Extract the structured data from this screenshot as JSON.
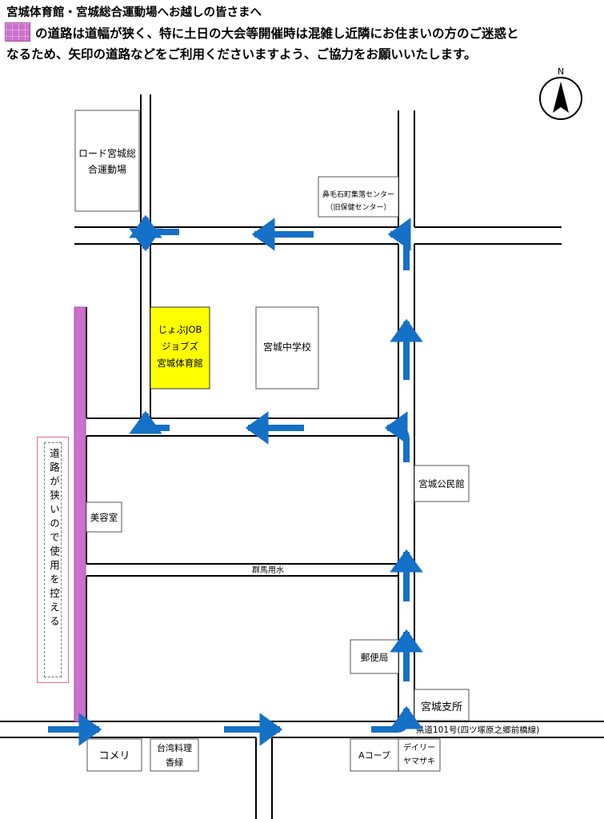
{
  "notice": {
    "heading": "宮城体育館・宮城総合運動場へお越しの皆さまへ",
    "line1": "の道路は道幅が狭く、特に土日の大会等開催時は混雑し近隣にお住まいの方のご迷惑と",
    "line2": "なるため、矢印の道路などをご利用くださいますよう、ご協力をお願いいたします。"
  },
  "colors": {
    "arrow": "#1570c8",
    "narrow_road": "#cc70cc",
    "gym_highlight": "#ffff00"
  },
  "compass": {
    "label": "N",
    "icon": "north-arrow-icon"
  },
  "buildings": {
    "sports_park": [
      "ロード宮城総",
      "合運動場"
    ],
    "community_center": [
      "鼻毛石町集落センター",
      "（旧保健センター）"
    ],
    "gym": [
      "じょぶJOB",
      "ジョブズ",
      "宮城体育館"
    ],
    "junior_high": "宮城中学校",
    "kominkan": "宮城公民館",
    "salon": "美容室",
    "post_office": "郵便局",
    "branch_office": "宮城支所",
    "komeri": "コメリ",
    "taiwan_restaurant": [
      "台湾料理",
      "香緑"
    ],
    "a_coop": "Aコープ",
    "daily": [
      "デイリー",
      "ヤマザキ"
    ]
  },
  "roads": {
    "canal": "群馬用水",
    "prefectural_road": "県道101号(四ツ塚原之郷前橋線)"
  },
  "narrow_road_note": "道路が狭いので使用を控える"
}
